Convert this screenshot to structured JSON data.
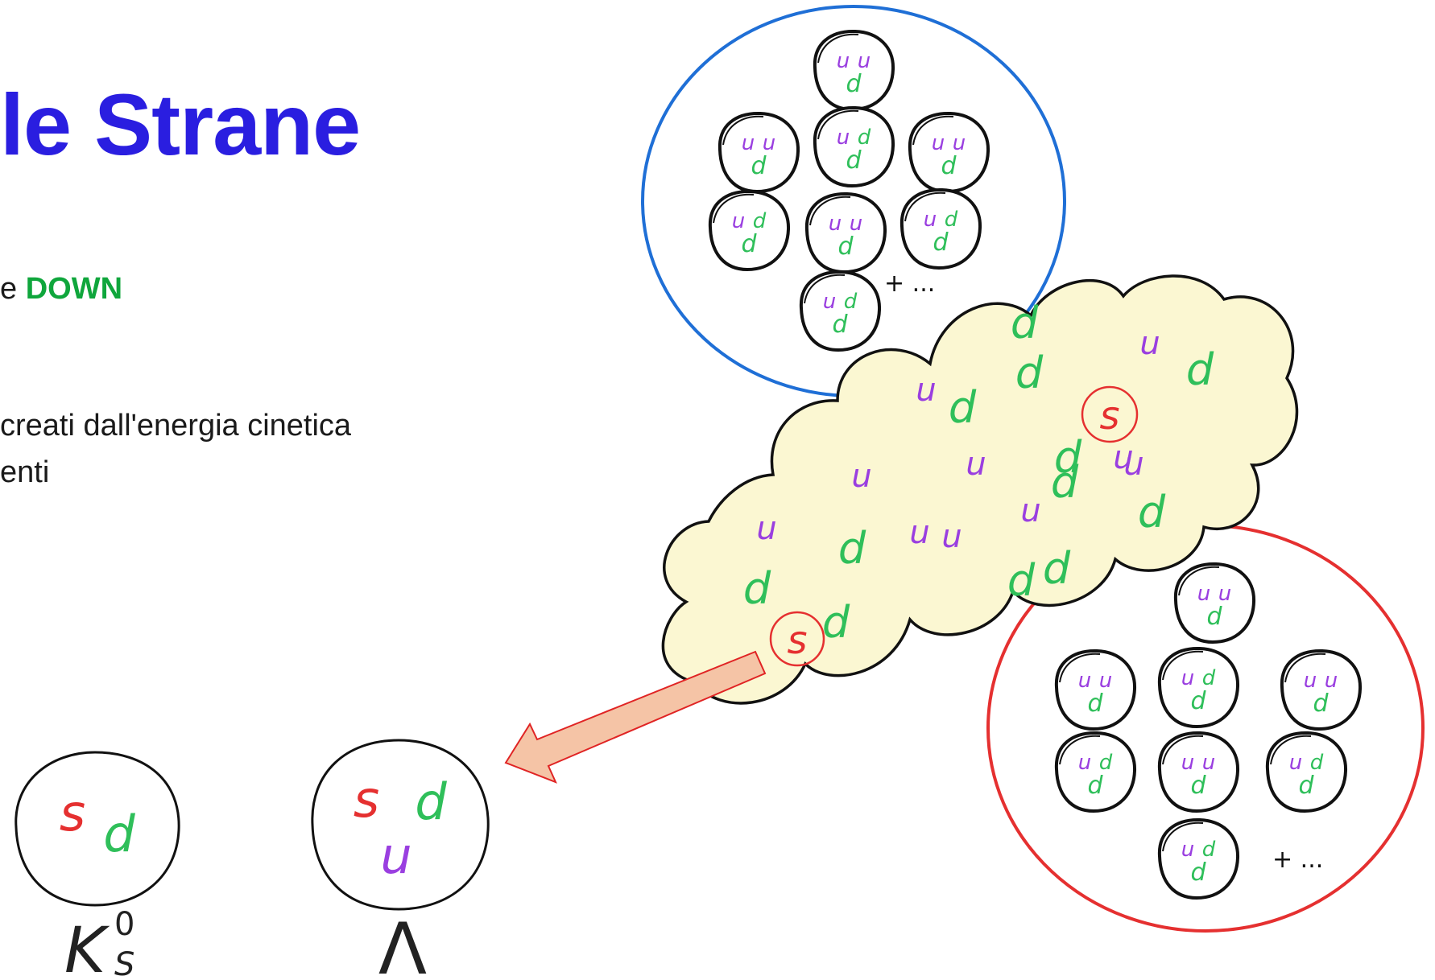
{
  "slide": {
    "title": "le Strane",
    "line1_prefix": "e ",
    "line1_highlight": "DOWN",
    "line2": "creati dall'energia cinetica",
    "line3": "enti"
  },
  "colors": {
    "title": "#2a1ee0",
    "down": "#0fa63c",
    "up_quark": "#9a3fe0",
    "down_quark": "#2fbf5a",
    "strange_quark": "#e53030",
    "top_nucleus_ring": "#1f6fd6",
    "bottom_nucleus_ring": "#e53030",
    "cloud_fill": "#fbf7d2",
    "arrow_fill": "#f5c4a6"
  },
  "diagram": {
    "top_nucleus": {
      "nucleons": [
        [
          "u",
          "u",
          "d"
        ],
        [
          "u",
          "u",
          "d"
        ],
        [
          "u",
          "d",
          "d"
        ],
        [
          "u",
          "u",
          "d"
        ],
        [
          "u",
          "d",
          "d"
        ],
        [
          "u",
          "u",
          "d"
        ],
        [
          "u",
          "d",
          "d"
        ],
        [
          "u",
          "d",
          "d"
        ]
      ],
      "ellipsis": "+ ..."
    },
    "bottom_nucleus": {
      "nucleons": [
        [
          "u",
          "u",
          "d"
        ],
        [
          "u",
          "u",
          "d"
        ],
        [
          "u",
          "d",
          "d"
        ],
        [
          "u",
          "u",
          "d"
        ],
        [
          "u",
          "d",
          "d"
        ],
        [
          "u",
          "u",
          "d"
        ],
        [
          "u",
          "d",
          "d"
        ],
        [
          "u",
          "d",
          "d"
        ]
      ],
      "ellipsis": "+ ..."
    },
    "plasma_quarks": [
      "d",
      "u",
      "d",
      "d",
      "u",
      "d",
      "u",
      "u",
      "d",
      "u",
      "d",
      "d",
      "u",
      "u",
      "u",
      "d",
      "d",
      "u",
      "d",
      "d",
      "u",
      "d"
    ],
    "strange_quark": "s",
    "kaon": {
      "quarks": [
        "s",
        "d"
      ],
      "label": "K",
      "superscript": "0",
      "subscript": "S"
    },
    "lambda": {
      "quarks": [
        "s",
        "d",
        "u"
      ],
      "label": "Λ"
    }
  }
}
